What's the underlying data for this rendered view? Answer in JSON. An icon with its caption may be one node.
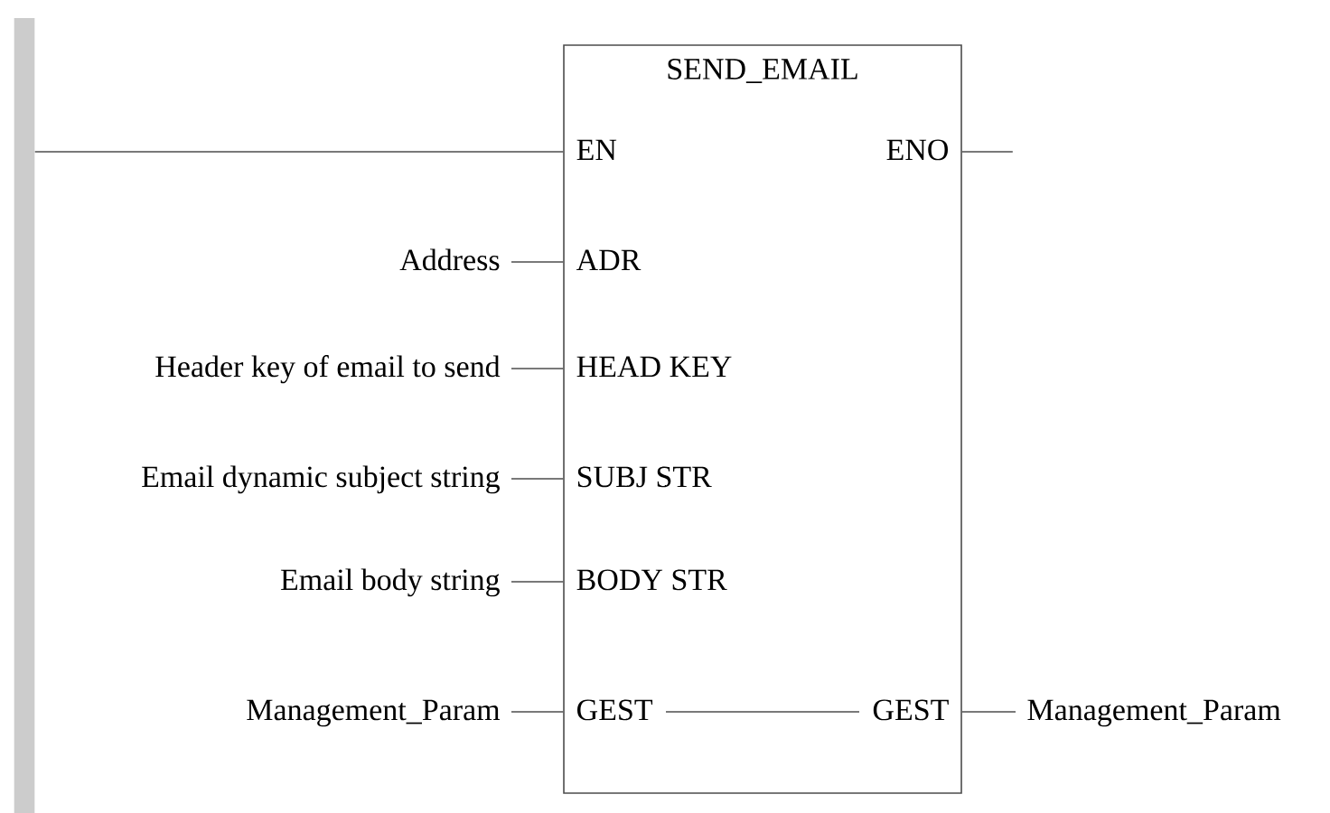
{
  "diagram": {
    "nodes": [
      {
        "text": [
          "SEND_EMAIL"
        ]
      },
      {
        "text": [],
        "shape": "bar"
      },
      {
        "text": [
          "EN"
        ],
        "in": 0
      },
      {
        "text": [
          "ENO"
        ],
        "in": 0
      },
      {
        "text": [
          "ADR"
        ],
        "in": 0
      },
      {
        "text": [
          "HEAD KEY"
        ],
        "in": 0
      },
      {
        "text": [
          "SUBJ STR"
        ],
        "in": 0
      },
      {
        "text": [
          "BODY STR"
        ],
        "in": 0
      },
      {
        "text": [
          "GEST"
        ],
        "in": 0
      },
      {
        "text": [
          "GEST"
        ],
        "in": 0
      },
      {
        "text": [
          "Address"
        ]
      },
      {
        "text": [
          "Header key of email to send"
        ]
      },
      {
        "text": [
          "Email dynamic subject string"
        ]
      },
      {
        "text": [
          "Email body string"
        ]
      },
      {
        "text": [
          "Management_Param"
        ]
      },
      {
        "text": [
          "Management_Param"
        ]
      }
    ],
    "edges": [
      {
        "from": 1,
        "to": 2,
        "arrow": "none"
      },
      {
        "from": 3,
        "to": null,
        "arrow": "none"
      },
      {
        "from": 10,
        "to": 4,
        "arrow": "none"
      },
      {
        "from": 11,
        "to": 5,
        "arrow": "none"
      },
      {
        "from": 12,
        "to": 6,
        "arrow": "none"
      },
      {
        "from": 13,
        "to": 7,
        "arrow": "none"
      },
      {
        "from": 14,
        "to": 8,
        "arrow": "none"
      },
      {
        "from": 8,
        "to": 9,
        "arrow": "none"
      },
      {
        "from": 9,
        "to": 15,
        "arrow": "none"
      }
    ]
  }
}
